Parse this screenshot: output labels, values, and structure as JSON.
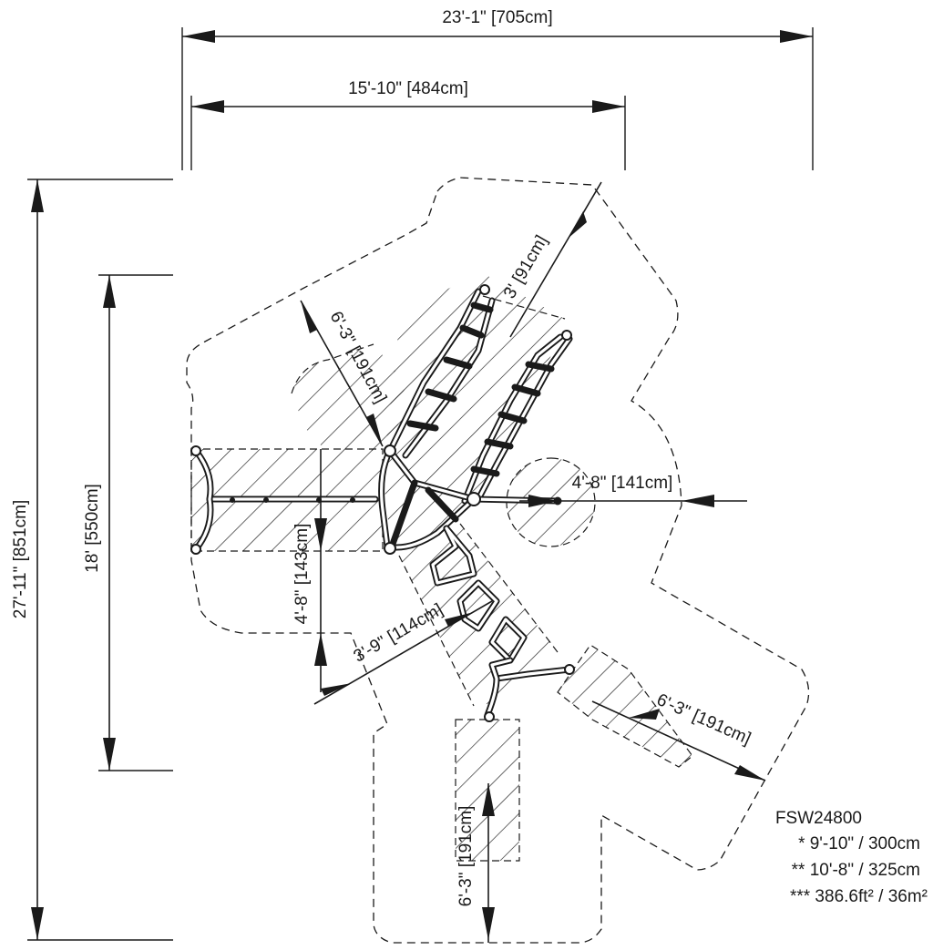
{
  "dimensions": {
    "overall_width": "23'-1\" [705cm]",
    "inner_width": "15'-10\" [484cm]",
    "overall_height": "27'-11\" [851cm]",
    "inner_height": "18' [550cm]",
    "upper_left_zone": "6'-3\" [191cm]",
    "upper_right_zone": "3' [91cm]",
    "right_zone": "4'-8\" [141cm]",
    "left_zone": "4'-8\" [143cm]",
    "lower_middle_zone": "3'-9\" [114cm]",
    "lower_right_zone": "6'-3\" [191cm]",
    "bottom_zone": "6'-3\" [191cm]"
  },
  "info": {
    "model": "FSW24800",
    "line1": "* 9'-10\" / 300cm",
    "line2": "** 10'-8\" / 325cm",
    "line3": "*** 386.6ft² / 36m²"
  }
}
